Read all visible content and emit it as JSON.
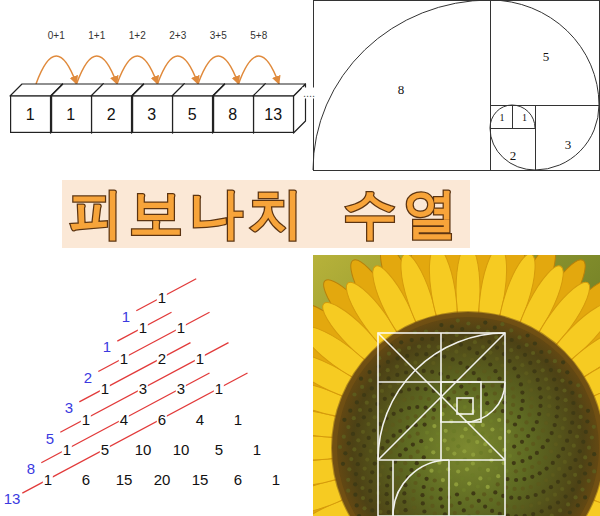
{
  "diagram": {
    "title": "피보나치 수열",
    "nodes": [
      {
        "text": [
          "1"
        ]
      },
      {
        "text": [
          "1"
        ]
      },
      {
        "text": [
          "2"
        ]
      },
      {
        "text": [
          "3"
        ]
      },
      {
        "text": [
          "5"
        ]
      },
      {
        "text": [
          "8"
        ]
      },
      {
        "text": [
          "13"
        ]
      },
      {
        "text": [
          "8"
        ]
      },
      {
        "text": [
          "5"
        ]
      },
      {
        "text": [
          "1"
        ]
      },
      {
        "text": [
          "1"
        ]
      },
      {
        "text": [
          "2"
        ]
      },
      {
        "text": [
          "3"
        ]
      }
    ],
    "edges": [
      {
        "from": 0,
        "to": 1,
        "arrow": "to",
        "label": "0+1"
      },
      {
        "from": 1,
        "to": 2,
        "arrow": "to",
        "label": "1+1"
      },
      {
        "from": 2,
        "to": 3,
        "arrow": "to",
        "label": "1+2"
      },
      {
        "from": 3,
        "to": 4,
        "arrow": "to",
        "label": "2+3"
      },
      {
        "from": 4,
        "to": 5,
        "arrow": "to",
        "label": "3+5"
      },
      {
        "from": 5,
        "to": 6,
        "arrow": "to",
        "label": "5+8"
      }
    ],
    "labels": [
      "....",
      "1",
      "1",
      "1",
      "1",
      "2",
      "1",
      "1",
      "3",
      "3",
      "1",
      "1",
      "4",
      "6",
      "4",
      "1",
      "1",
      "5",
      "10",
      "10",
      "5",
      "1",
      "1",
      "6",
      "15",
      "20",
      "15",
      "6",
      "1",
      "1",
      "1",
      "2",
      "3",
      "5",
      "8",
      "13"
    ]
  }
}
